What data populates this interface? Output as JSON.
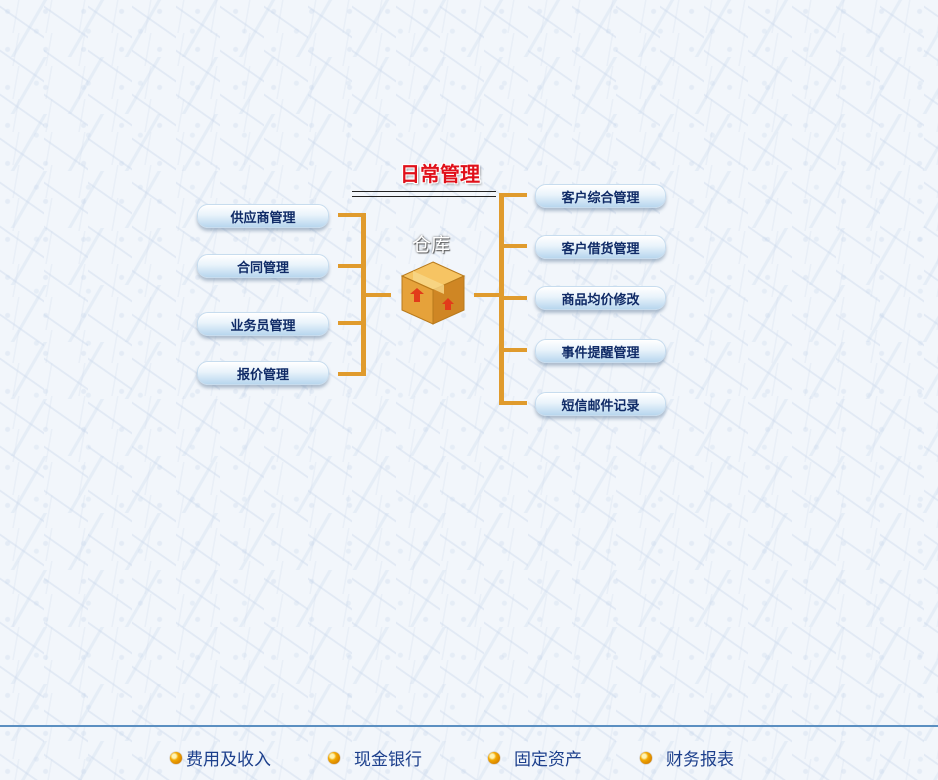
{
  "section_title": "日常管理",
  "center": {
    "label": "仓库",
    "icon": "warehouse-box-icon"
  },
  "left_buttons": [
    {
      "label": "供应商管理"
    },
    {
      "label": "合同管理"
    },
    {
      "label": "业务员管理"
    },
    {
      "label": "报价管理"
    }
  ],
  "right_buttons": [
    {
      "label": "客户综合管理"
    },
    {
      "label": "客户借货管理"
    },
    {
      "label": "商品均价修改"
    },
    {
      "label": "事件提醒管理"
    },
    {
      "label": "短信邮件记录"
    }
  ],
  "footer_links": [
    {
      "label": "费用及收入",
      "icon": "orange-bullet-icon"
    },
    {
      "label": "现金银行",
      "icon": "orange-bullet-icon"
    },
    {
      "label": "固定资产",
      "icon": "orange-bullet-icon"
    },
    {
      "label": "财务报表",
      "icon": "orange-bullet-icon"
    }
  ],
  "colors": {
    "title_red": "#e0101a",
    "connector_orange": "#e09b2d",
    "button_text": "#0f2a66",
    "footer_text": "#1c3f8c",
    "footer_rule": "#5b8fc1"
  }
}
